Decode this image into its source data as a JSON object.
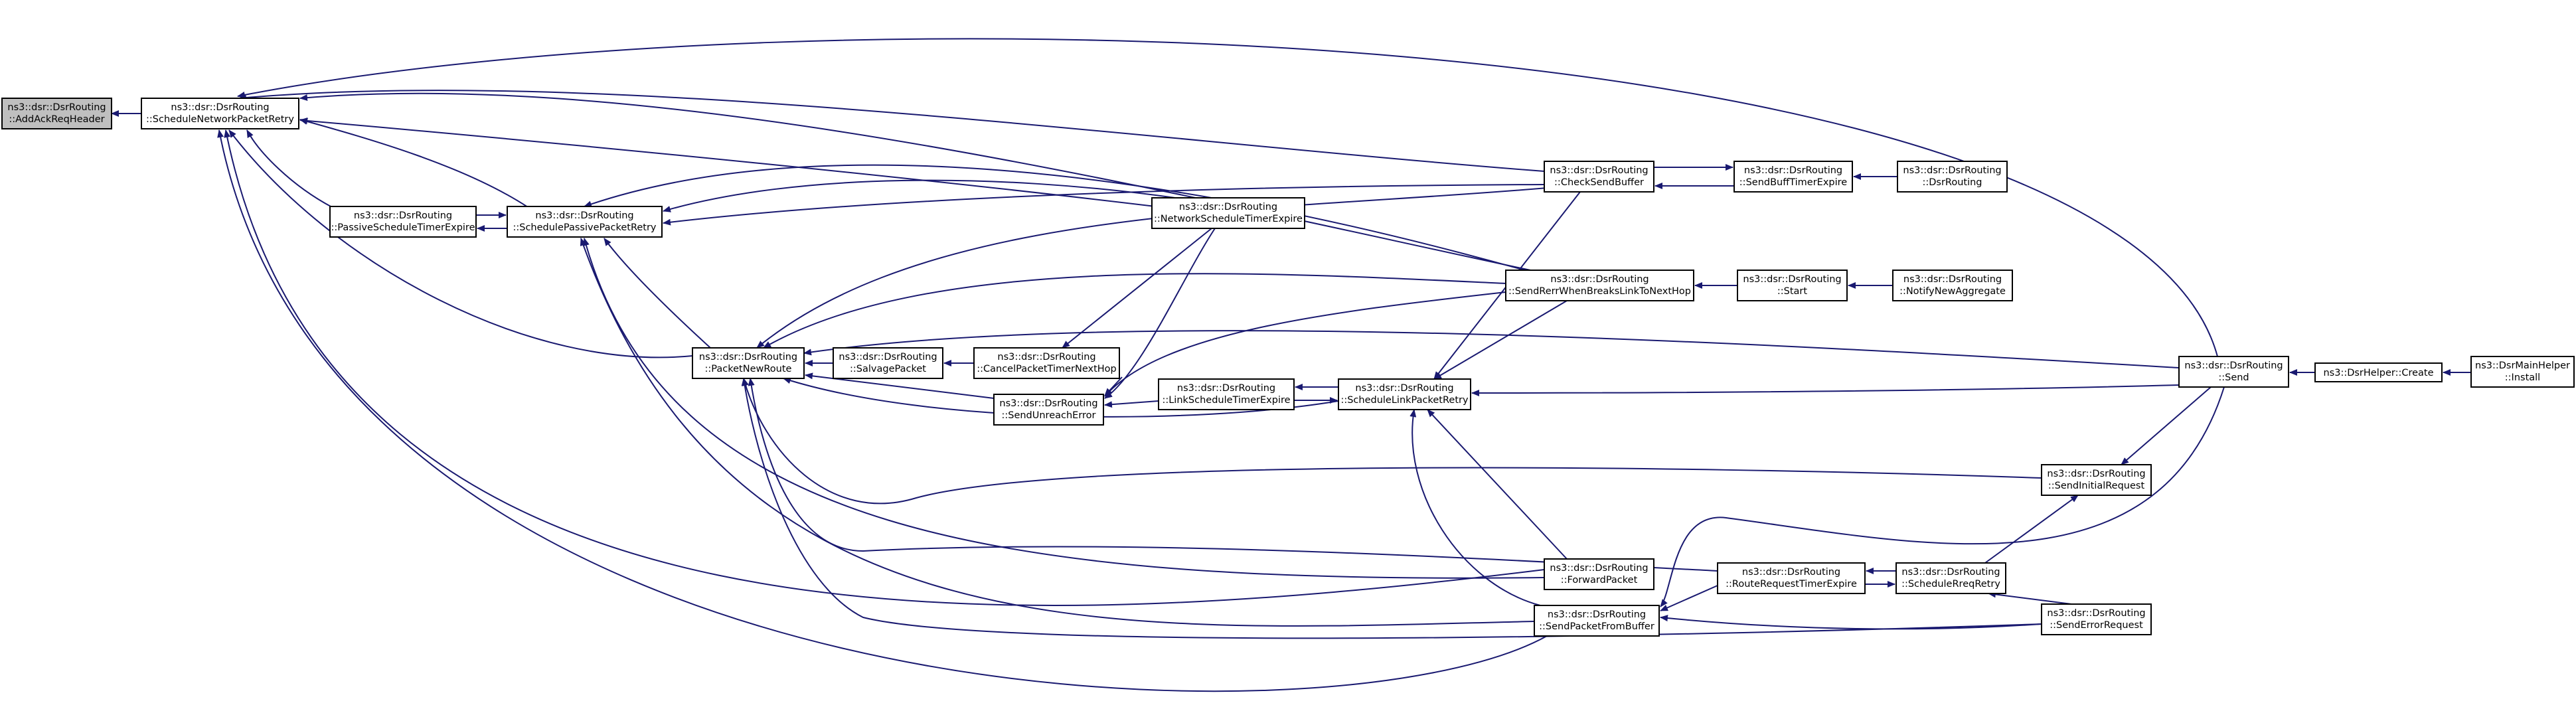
{
  "graph": {
    "edge_color": "#191970",
    "node_border_color": "#000000",
    "root_fill_color": "#bfbfbf",
    "nodes": [
      {
        "id": "AddAckReqHeader",
        "line1": "ns3::dsr::DsrRouting",
        "line2": "::AddAckReqHeader",
        "root": true
      },
      {
        "id": "ScheduleNetworkPacketRetry",
        "line1": "ns3::dsr::DsrRouting",
        "line2": "::ScheduleNetworkPacketRetry"
      },
      {
        "id": "PassiveScheduleTimerExpire",
        "line1": "ns3::dsr::DsrRouting",
        "line2": "::PassiveScheduleTimerExpire"
      },
      {
        "id": "SchedulePassivePacketRetry",
        "line1": "ns3::dsr::DsrRouting",
        "line2": "::SchedulePassivePacketRetry"
      },
      {
        "id": "PacketNewRoute",
        "line1": "ns3::dsr::DsrRouting",
        "line2": "::PacketNewRoute"
      },
      {
        "id": "SalvagePacket",
        "line1": "ns3::dsr::DsrRouting",
        "line2": "::SalvagePacket"
      },
      {
        "id": "CancelPacketTimerNextHop",
        "line1": "ns3::dsr::DsrRouting",
        "line2": "::CancelPacketTimerNextHop"
      },
      {
        "id": "SendUnreachError",
        "line1": "ns3::dsr::DsrRouting",
        "line2": "::SendUnreachError"
      },
      {
        "id": "NetworkScheduleTimerExpire",
        "line1": "ns3::dsr::DsrRouting",
        "line2": "::NetworkScheduleTimerExpire"
      },
      {
        "id": "LinkScheduleTimerExpire",
        "line1": "ns3::dsr::DsrRouting",
        "line2": "::LinkScheduleTimerExpire"
      },
      {
        "id": "ScheduleLinkPacketRetry",
        "line1": "ns3::dsr::DsrRouting",
        "line2": "::ScheduleLinkPacketRetry"
      },
      {
        "id": "CheckSendBuffer",
        "line1": "ns3::dsr::DsrRouting",
        "line2": "::CheckSendBuffer"
      },
      {
        "id": "SendRerrWhenBreaksLinkToNextHop",
        "line1": "ns3::dsr::DsrRouting",
        "line2": "::SendRerrWhenBreaksLinkToNextHop"
      },
      {
        "id": "ForwardPacket",
        "line1": "ns3::dsr::DsrRouting",
        "line2": "::ForwardPacket"
      },
      {
        "id": "SendPacketFromBuffer",
        "line1": "ns3::dsr::DsrRouting",
        "line2": "::SendPacketFromBuffer"
      },
      {
        "id": "SendBuffTimerExpire",
        "line1": "ns3::dsr::DsrRouting",
        "line2": "::SendBuffTimerExpire"
      },
      {
        "id": "DsrRouting",
        "line1": "ns3::dsr::DsrRouting",
        "line2": "::DsrRouting"
      },
      {
        "id": "Start",
        "line1": "ns3::dsr::DsrRouting",
        "line2": "::Start"
      },
      {
        "id": "NotifyNewAggregate",
        "line1": "ns3::dsr::DsrRouting",
        "line2": "::NotifyNewAggregate"
      },
      {
        "id": "RouteRequestTimerExpire",
        "line1": "ns3::dsr::DsrRouting",
        "line2": "::RouteRequestTimerExpire"
      },
      {
        "id": "ScheduleRreqRetry",
        "line1": "ns3::dsr::DsrRouting",
        "line2": "::ScheduleRreqRetry"
      },
      {
        "id": "SendInitialRequest",
        "line1": "ns3::dsr::DsrRouting",
        "line2": "::SendInitialRequest"
      },
      {
        "id": "SendErrorRequest",
        "line1": "ns3::dsr::DsrRouting",
        "line2": "::SendErrorRequest"
      },
      {
        "id": "Send",
        "line1": "ns3::dsr::DsrRouting",
        "line2": "::Send"
      },
      {
        "id": "DsrHelperCreate",
        "line1": "ns3::DsrHelper::Create",
        "line2": ""
      },
      {
        "id": "DsrMainHelperInstall",
        "line1": "ns3::DsrMainHelper",
        "line2": "::Install"
      }
    ],
    "edges": [
      [
        "ScheduleNetworkPacketRetry",
        "AddAckReqHeader"
      ],
      [
        "PassiveScheduleTimerExpire",
        "ScheduleNetworkPacketRetry"
      ],
      [
        "SchedulePassivePacketRetry",
        "ScheduleNetworkPacketRetry"
      ],
      [
        "PacketNewRoute",
        "ScheduleNetworkPacketRetry"
      ],
      [
        "NetworkScheduleTimerExpire",
        "ScheduleNetworkPacketRetry"
      ],
      [
        "CheckSendBuffer",
        "ScheduleNetworkPacketRetry"
      ],
      [
        "SendRerrWhenBreaksLinkToNextHop",
        "ScheduleNetworkPacketRetry"
      ],
      [
        "Send",
        "ScheduleNetworkPacketRetry"
      ],
      [
        "ForwardPacket",
        "ScheduleNetworkPacketRetry"
      ],
      [
        "SendPacketFromBuffer",
        "ScheduleNetworkPacketRetry"
      ],
      [
        "SchedulePassivePacketRetry",
        "PassiveScheduleTimerExpire"
      ],
      [
        "PassiveScheduleTimerExpire",
        "SchedulePassivePacketRetry"
      ],
      [
        "PacketNewRoute",
        "SchedulePassivePacketRetry"
      ],
      [
        "NetworkScheduleTimerExpire",
        "SchedulePassivePacketRetry"
      ],
      [
        "CheckSendBuffer",
        "SchedulePassivePacketRetry"
      ],
      [
        "SendRerrWhenBreaksLinkToNextHop",
        "SchedulePassivePacketRetry"
      ],
      [
        "ForwardPacket",
        "SchedulePassivePacketRetry"
      ],
      [
        "SendPacketFromBuffer",
        "SchedulePassivePacketRetry"
      ],
      [
        "SalvagePacket",
        "PacketNewRoute"
      ],
      [
        "SendUnreachError",
        "PacketNewRoute"
      ],
      [
        "ScheduleLinkPacketRetry",
        "PacketNewRoute"
      ],
      [
        "CheckSendBuffer",
        "PacketNewRoute"
      ],
      [
        "SendRerrWhenBreaksLinkToNextHop",
        "PacketNewRoute"
      ],
      [
        "Send",
        "PacketNewRoute"
      ],
      [
        "SendInitialRequest",
        "PacketNewRoute"
      ],
      [
        "RouteRequestTimerExpire",
        "PacketNewRoute"
      ],
      [
        "SendErrorRequest",
        "PacketNewRoute"
      ],
      [
        "CancelPacketTimerNextHop",
        "SalvagePacket"
      ],
      [
        "NetworkScheduleTimerExpire",
        "CancelPacketTimerNextHop"
      ],
      [
        "CancelPacketTimerNextHop",
        "SendUnreachError"
      ],
      [
        "NetworkScheduleTimerExpire",
        "SendUnreachError"
      ],
      [
        "LinkScheduleTimerExpire",
        "SendUnreachError"
      ],
      [
        "SendRerrWhenBreaksLinkToNextHop",
        "SendUnreachError"
      ],
      [
        "ScheduleLinkPacketRetry",
        "LinkScheduleTimerExpire"
      ],
      [
        "LinkScheduleTimerExpire",
        "ScheduleLinkPacketRetry"
      ],
      [
        "CheckSendBuffer",
        "ScheduleLinkPacketRetry"
      ],
      [
        "SendRerrWhenBreaksLinkToNextHop",
        "ScheduleLinkPacketRetry"
      ],
      [
        "Send",
        "ScheduleLinkPacketRetry"
      ],
      [
        "ForwardPacket",
        "ScheduleLinkPacketRetry"
      ],
      [
        "SendPacketFromBuffer",
        "ScheduleLinkPacketRetry"
      ],
      [
        "SendBuffTimerExpire",
        "CheckSendBuffer"
      ],
      [
        "CheckSendBuffer",
        "SendBuffTimerExpire"
      ],
      [
        "DsrRouting",
        "SendBuffTimerExpire"
      ],
      [
        "Start",
        "SendRerrWhenBreaksLinkToNextHop"
      ],
      [
        "NotifyNewAggregate",
        "Start"
      ],
      [
        "DsrHelperCreate",
        "Send"
      ],
      [
        "DsrMainHelperInstall",
        "DsrHelperCreate"
      ],
      [
        "Send",
        "SendInitialRequest"
      ],
      [
        "ScheduleRreqRetry",
        "SendInitialRequest"
      ],
      [
        "RouteRequestTimerExpire",
        "ScheduleRreqRetry"
      ],
      [
        "ScheduleRreqRetry",
        "RouteRequestTimerExpire"
      ],
      [
        "SendErrorRequest",
        "ScheduleRreqRetry"
      ],
      [
        "RouteRequestTimerExpire",
        "SendPacketFromBuffer"
      ],
      [
        "Send",
        "SendPacketFromBuffer"
      ],
      [
        "SendErrorRequest",
        "SendPacketFromBuffer"
      ]
    ]
  }
}
